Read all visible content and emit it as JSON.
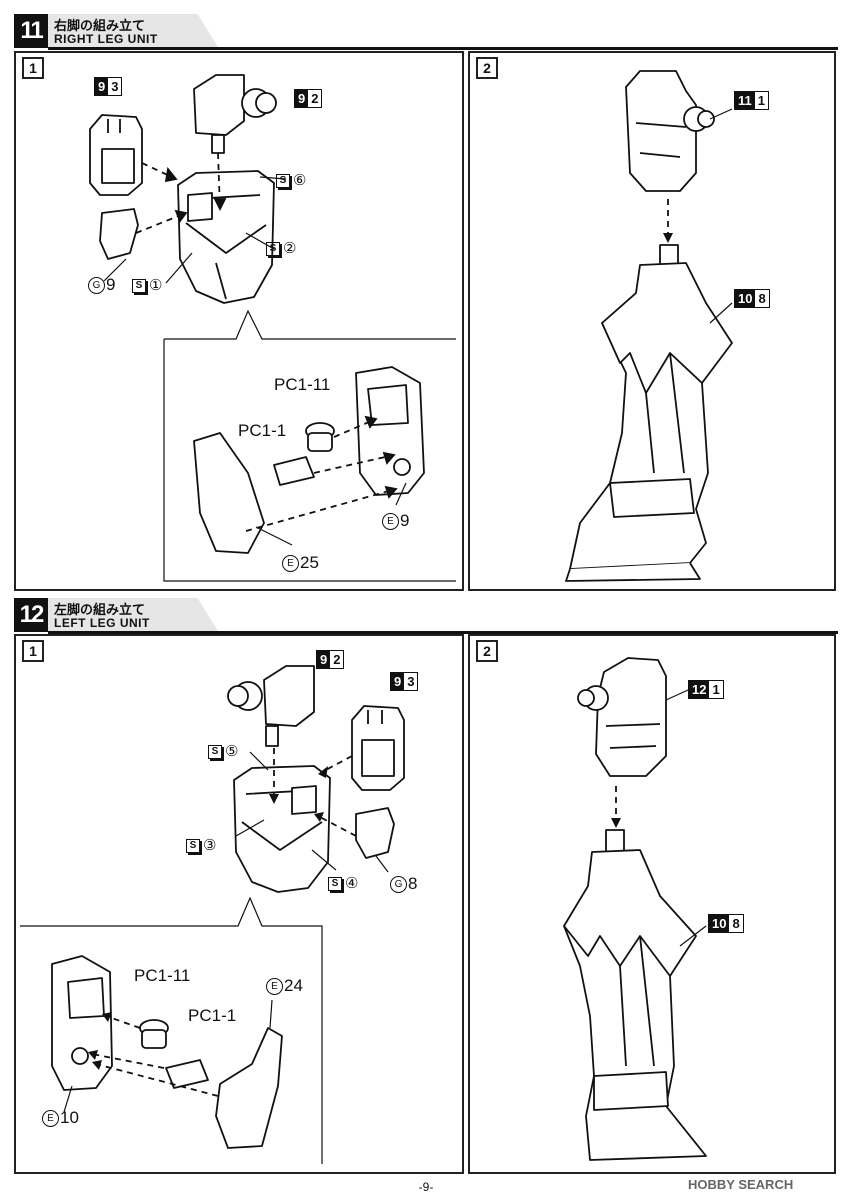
{
  "section11": {
    "step": "11",
    "title_jp": "右脚の組み立て",
    "title_en": "RIGHT LEG UNIT",
    "panel1": {
      "num": "1",
      "tags": {
        "p93": [
          "9",
          "3"
        ],
        "p92": [
          "9",
          "2"
        ]
      },
      "labels": {
        "g9": "9",
        "g9_letter": "G",
        "s1": "①",
        "s2": "②",
        "s6": "⑥",
        "pc11": "PC1-11",
        "pc1": "PC1-1",
        "e9": "9",
        "e9_letter": "E",
        "e25": "25",
        "e25_letter": "E"
      }
    },
    "panel2": {
      "num": "2",
      "tags": {
        "p111": [
          "11",
          "1"
        ],
        "p108": [
          "10",
          "8"
        ]
      }
    }
  },
  "section12": {
    "step": "12",
    "title_jp": "左脚の組み立て",
    "title_en": "LEFT LEG UNIT",
    "panel1": {
      "num": "1",
      "tags": {
        "p92": [
          "9",
          "2"
        ],
        "p93": [
          "9",
          "3"
        ]
      },
      "labels": {
        "s5": "⑤",
        "s3": "③",
        "s4": "④",
        "g8": "8",
        "g8_letter": "G",
        "pc11": "PC1-11",
        "pc1": "PC1-1",
        "e24": "24",
        "e24_letter": "E",
        "e10": "10",
        "e10_letter": "E"
      }
    },
    "panel2": {
      "num": "2",
      "tags": {
        "p121": [
          "12",
          "1"
        ],
        "p108": [
          "10",
          "8"
        ]
      }
    }
  },
  "sticker_mark": "S",
  "footer": {
    "page": "-9-",
    "watermark": "HOBBY SEARCH"
  }
}
